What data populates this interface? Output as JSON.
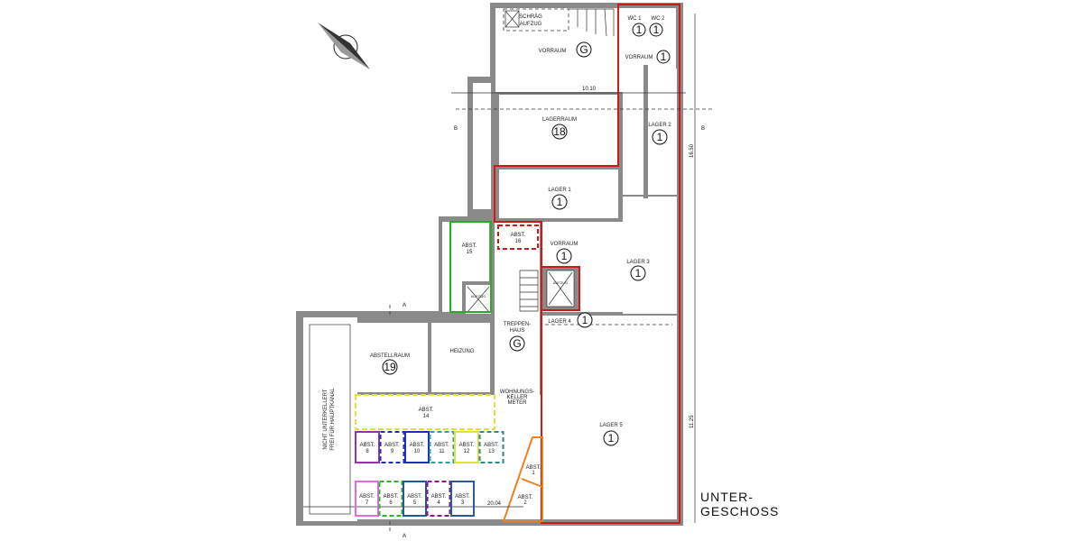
{
  "plan": {
    "floor_label_line1": "UNTER-",
    "floor_label_line2": "GESCHOSS",
    "rooms": {
      "schraeg_aufzug_1": "SCHRÄG",
      "schraeg_aufzug_2": "AUFZUG",
      "vorraum_top": "VORRAUM",
      "vorraum_top_num": "G",
      "wc1": "WC 1",
      "wc2": "WC 2",
      "wc1_num": "1",
      "wc2_num": "1",
      "vorraum_wc": "VORRAUM",
      "vorraum_wc_num": "1",
      "lagerraum": "LAGERRAUM",
      "lagerraum_num": "18",
      "lager2": "LAGER 2",
      "lager2_num": "1",
      "lager1": "LAGER 1",
      "lager1_num": "1",
      "abst16_1": "ABST.",
      "abst16_2": "16",
      "abst15_1": "ABST.",
      "abst15_2": "15",
      "vorraum_mid": "VORRAUM",
      "vorraum_mid_num": "1",
      "lager3": "LAGER 3",
      "lager3_num": "1",
      "aufzug1": "AUFZUG",
      "aufzug2": "AUFZUG",
      "lager4": "LAGER 4",
      "lager4_num": "1",
      "treppenhaus_1": "TREPPEN-",
      "treppenhaus_2": "HAUS",
      "treppenhaus_num": "G",
      "abstellraum": "ABSTELLRAUM",
      "abstellraum_num": "19",
      "heizung": "HEIZUNG",
      "wohnungs_1": "WOHNUNGS-",
      "wohnungs_2": "KELLER",
      "wohnungs_3": "METER",
      "nicht_1": "NICHT UNTERKELLERT",
      "nicht_2": "FREI FÜR HAUPTKANAL",
      "abst14_1": "ABST.",
      "abst14_2": "14",
      "lager5": "LAGER 5",
      "lager5_num": "1"
    },
    "abst_upper": [
      {
        "label": "ABST.",
        "num": "8",
        "color": "#9a2fb0"
      },
      {
        "label": "ABST.",
        "num": "9",
        "color": "#1d2fc0"
      },
      {
        "label": "ABST.",
        "num": "10",
        "color": "#1d2fc0"
      },
      {
        "label": "ABST.",
        "num": "11",
        "color": "#2aa0a8"
      },
      {
        "label": "ABST.",
        "num": "12",
        "color": "#e2e23a"
      },
      {
        "label": "ABST.",
        "num": "13",
        "color": "#2a8a8a"
      }
    ],
    "abst_lower": [
      {
        "label": "ABST.",
        "num": "7",
        "color": "#e36ae6"
      },
      {
        "label": "ABST.",
        "num": "6",
        "color": "#2ab82a"
      },
      {
        "label": "ABST.",
        "num": "5",
        "color": "#1d5aa0"
      },
      {
        "label": "ABST.",
        "num": "4",
        "color": "#8a1a8a"
      },
      {
        "label": "ABST.",
        "num": "3",
        "color": "#2a5a9a"
      }
    ],
    "abst_orange": [
      {
        "label": "ABST.",
        "num": "1"
      },
      {
        "label": "ABST.",
        "num": "2"
      }
    ],
    "dimensions": {
      "top_width": "10.10",
      "bottom_width": "20.04",
      "right_upper": "16.50",
      "right_lower": "11.25"
    },
    "section_marks": {
      "b_left": "B",
      "b_right": "B",
      "a_top": "A",
      "a_bottom": "A"
    },
    "colors": {
      "rental_outline": "#d01818",
      "abst15": "#22b022",
      "abst14": "#e2e23a",
      "abst_orange": "#f08020",
      "wall": "#8a8a8a"
    }
  }
}
